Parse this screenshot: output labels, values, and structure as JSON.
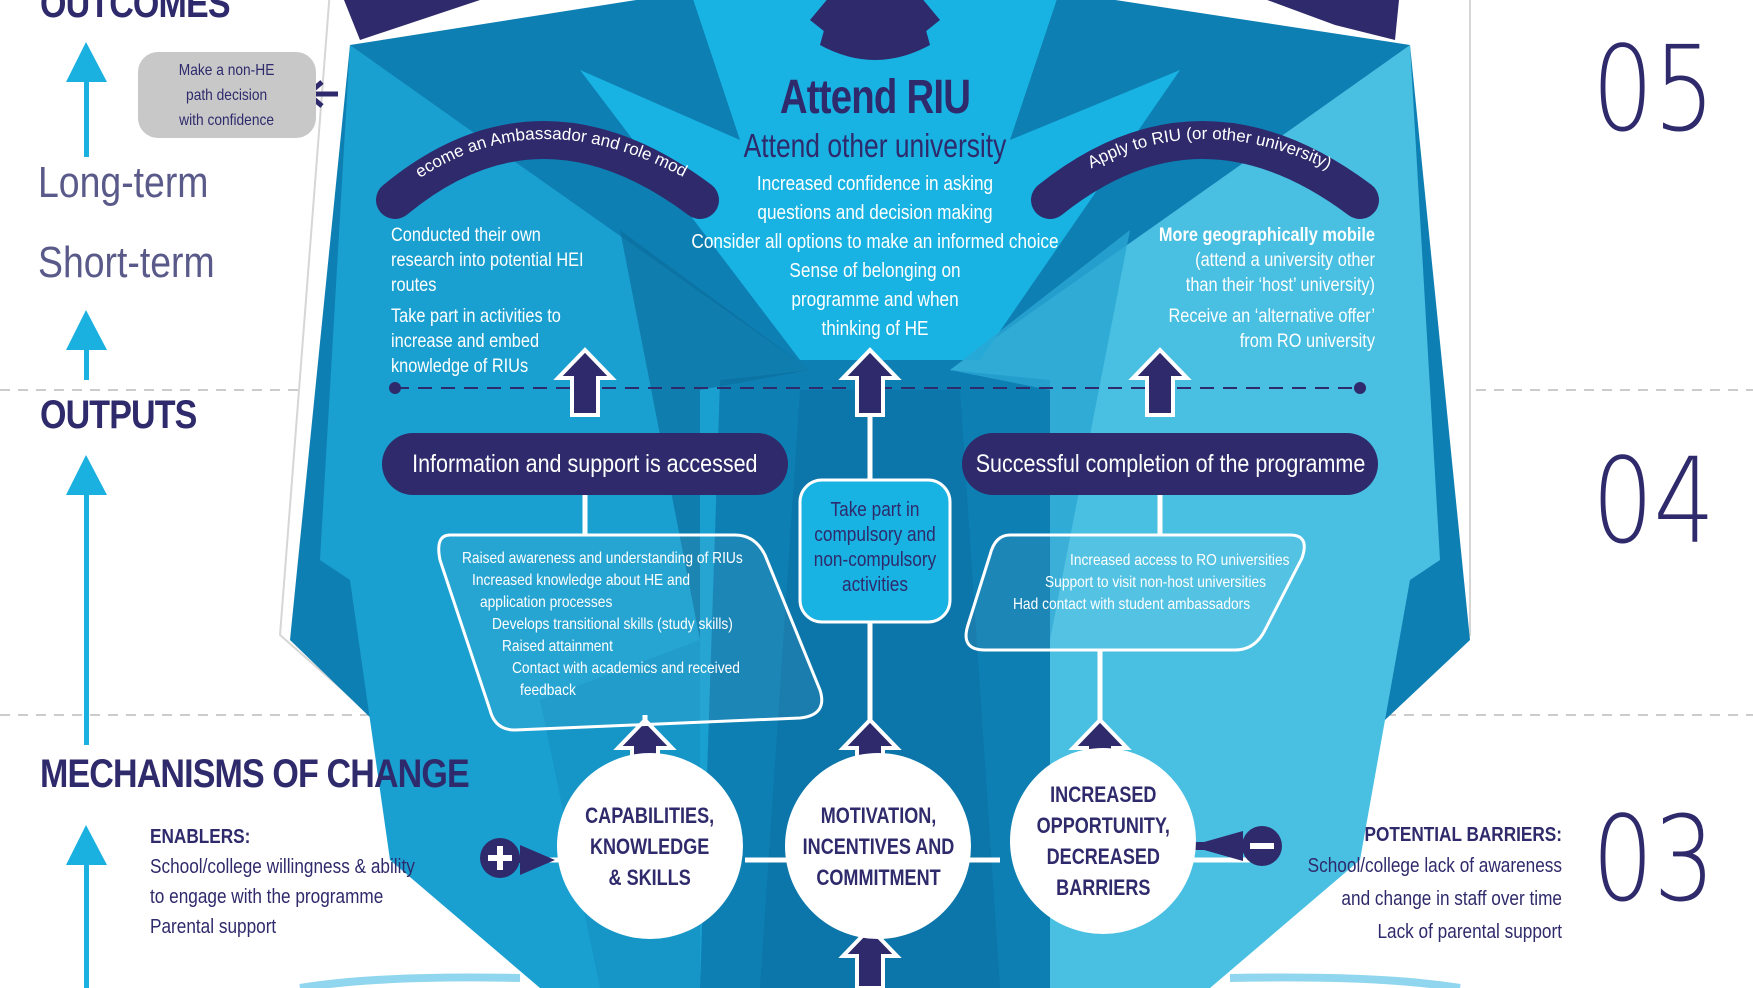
{
  "sections": {
    "outcomes": "OUTCOMES",
    "outputs": "OUTPUTS",
    "mechanisms": "MECHANISMS OF CHANGE"
  },
  "terms": {
    "long": "Long-term",
    "short": "Short-term"
  },
  "numbers": {
    "n05": "05",
    "n04": "04",
    "n03": "03"
  },
  "non_he": {
    "line1": "Make a non-HE",
    "line2": "path decision",
    "line3": "with confidence"
  },
  "center_top": {
    "title": "Attend RIU",
    "subtitle": "Attend other university",
    "lines": [
      "Increased confidence in asking",
      "questions and decision making",
      "Consider all options to make an informed choice",
      "Sense of belonging on",
      "programme and when",
      "thinking of HE"
    ]
  },
  "arc_left": "Become an Ambassador and role model",
  "arc_right": "Apply to RIU (or other university)",
  "left_outcomes": [
    "Conducted their own",
    "research into potential HEI",
    "routes",
    "Take part in activities to",
    "increase and embed",
    "knowledge of RIUs"
  ],
  "right_outcomes": {
    "bold": "More geographically mobile",
    "lines": [
      "(attend a university other",
      "than their ‘host’ university)",
      "Receive an ‘alternative offer’",
      "from RO university"
    ]
  },
  "pills": {
    "left": "Information and support is accessed",
    "right": "Successful completion of the programme"
  },
  "center_box": [
    "Take part in",
    "compulsory and",
    "non-compulsory",
    "activities"
  ],
  "left_outputs": [
    "Raised awareness and understanding of RIUs",
    "Increased knowledge about HE and",
    "application processes",
    "Develops transitional skills (study skills)",
    "Raised attainment",
    "Contact with academics and received",
    "feedback"
  ],
  "right_outputs": [
    "Increased access to RO universities",
    "Support to visit non-host universities",
    "Had contact with  student ambassadors"
  ],
  "circles": {
    "left": [
      "CAPABILITIES,",
      "KNOWLEDGE",
      "& SKILLS"
    ],
    "center": [
      "MOTIVATION,",
      "INCENTIVES AND",
      "COMMITMENT"
    ],
    "right": [
      "INCREASED",
      "OPPORTUNITY,",
      "DECREASED",
      "BARRIERS"
    ]
  },
  "enablers": {
    "title": "ENABLERS:",
    "lines": [
      "School/college willingness & ability",
      "to engage with the programme",
      "Parental support"
    ]
  },
  "barriers": {
    "title": "POTENTIAL BARRIERS:",
    "lines": [
      "School/college lack of awareness",
      "and change in staff over time",
      "Lack of parental support"
    ]
  },
  "colors": {
    "navy": "#2e2a6b",
    "cyan": "#1aa8d8",
    "light_cyan": "#5cc8e8",
    "blue": "#0e7fb3",
    "gray_box": "#c8c8c8"
  }
}
